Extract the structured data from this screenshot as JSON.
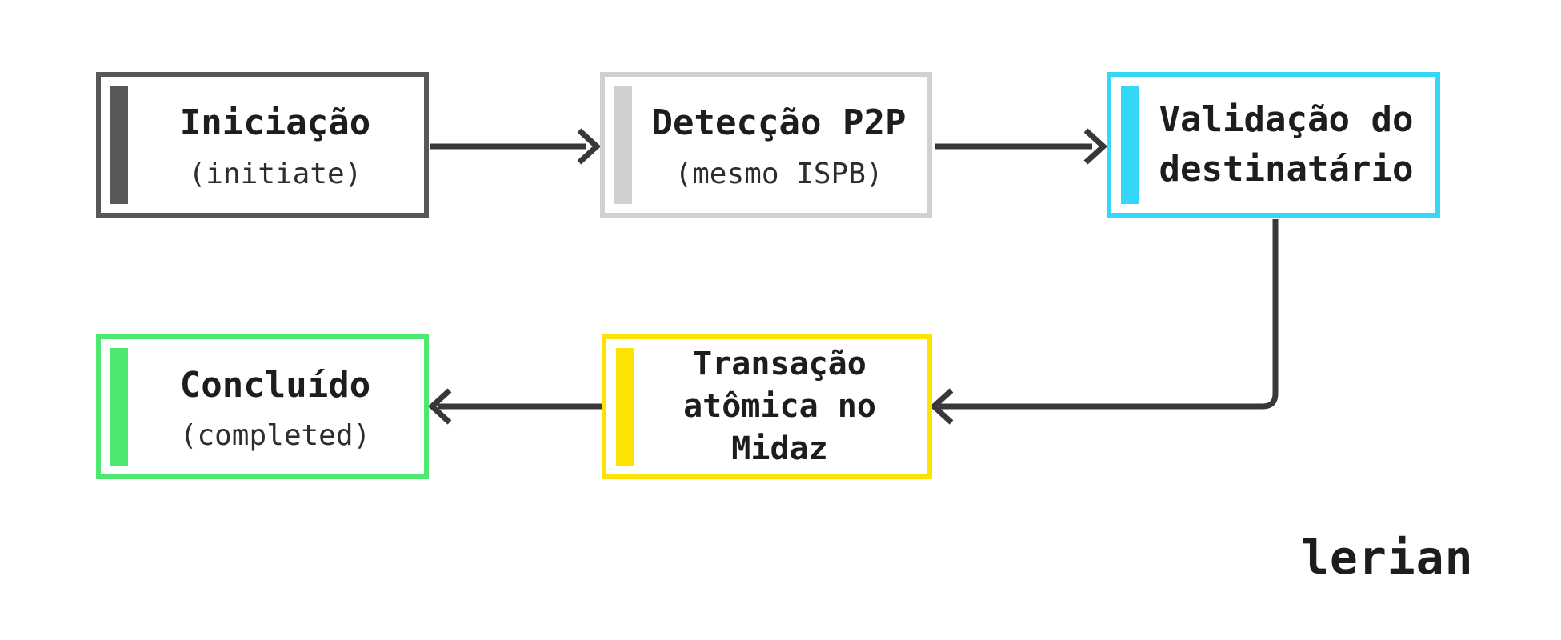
{
  "canvas": {
    "background": "#ffffff"
  },
  "diagram": {
    "arrow_color": "#38383a",
    "text_color": "#1d1d1f",
    "nodes": [
      {
        "id": "initiate",
        "title": "Iniciação",
        "subtitle": "(initiate)",
        "accent_color": "#58585a"
      },
      {
        "id": "p2p-detection",
        "title": "Detecção P2P",
        "subtitle": "(mesmo ISPB)",
        "accent_color": "#d0d0d0"
      },
      {
        "id": "recipient-validation",
        "title": "Validação do\ndestinatário",
        "accent_color": "#35d7f8"
      },
      {
        "id": "atomic-transaction",
        "title": "Transação\natômica no\nMidaz",
        "accent_color": "#fde303"
      },
      {
        "id": "completed",
        "title": "Concluído",
        "subtitle": "(completed)",
        "accent_color": "#4ee86e"
      }
    ],
    "edges": [
      {
        "from": "initiate",
        "to": "p2p-detection"
      },
      {
        "from": "p2p-detection",
        "to": "recipient-validation"
      },
      {
        "from": "recipient-validation",
        "to": "atomic-transaction"
      },
      {
        "from": "atomic-transaction",
        "to": "completed"
      }
    ]
  },
  "branding": {
    "logo_text": "lerian"
  }
}
